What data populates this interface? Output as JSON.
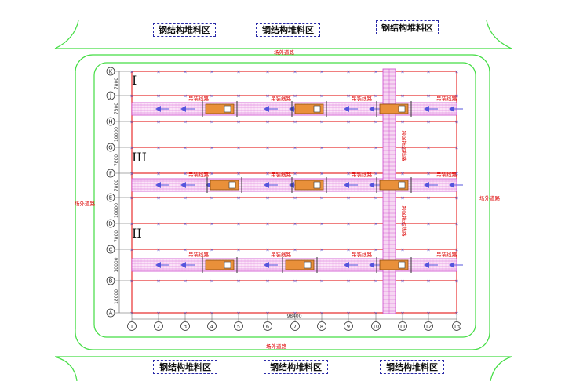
{
  "storage_zones": {
    "top": [
      "钢结构堆料区",
      "钢结构堆料区",
      "钢结构堆料区"
    ],
    "bottom": [
      "钢结构堆料区",
      "钢结构堆料区",
      "钢结构堆料区"
    ]
  },
  "roads": {
    "top": "场外道路",
    "bottom": "场外道路",
    "left": "场外道路",
    "right": "场外道路"
  },
  "section_numerals": [
    "I",
    "III",
    "II"
  ],
  "row_axis_labels": [
    "K",
    "J",
    "H",
    "G",
    "F",
    "E",
    "D",
    "C",
    "B",
    "A"
  ],
  "column_axis_labels": [
    "1",
    "2",
    "3",
    "4",
    "5",
    "6",
    "7",
    "8",
    "9",
    "10",
    "11",
    "12",
    "13"
  ],
  "row_dimensions": [
    "7800",
    "7800",
    "10000",
    "7800",
    "7800",
    "10000",
    "7800",
    "10000",
    "18000"
  ],
  "overall_dimension": "98400",
  "lane_labels": {
    "row_I": [
      "吊装线路",
      "吊装线路",
      "吊装线路",
      "吊装线路"
    ],
    "row_III": [
      "吊装线路",
      "吊装线路",
      "吊装线路",
      "吊装线路"
    ],
    "row_II": [
      "吊装线路",
      "吊装线路",
      "吊装线路",
      "吊装线路"
    ]
  },
  "vertical_route_labels": [
    "跨区拖运线路",
    "跨区拖运线路"
  ],
  "colors": {
    "road": "#44dd44",
    "grid_line": "#e83030",
    "lane": "#cc44cc",
    "arrow": "#5555dd",
    "crane": "#e9903a",
    "zone_border": "#2a2aa8",
    "label_red": "#dd0000"
  }
}
